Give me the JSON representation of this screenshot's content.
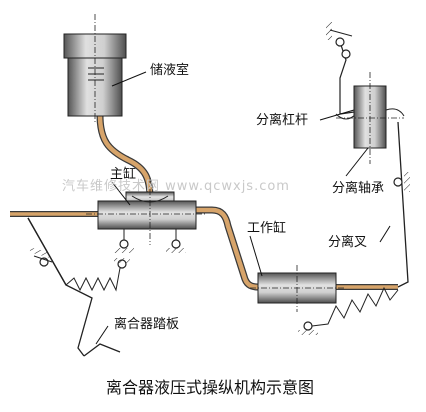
{
  "labels": {
    "reservoir": "储液室",
    "master_cylinder": "主缸",
    "release_lever": "分离杠杆",
    "release_bearing": "分离轴承",
    "slave_cylinder": "工作缸",
    "release_fork": "分离叉",
    "clutch_pedal": "离合器踏板"
  },
  "caption": "离合器液压式操纵机构示意图",
  "watermark": "汽车维修技术网 www.qcwxjs.com",
  "colors": {
    "pipe": "#d7a46a",
    "cylinder_dark": "#5e5e5e",
    "cylinder_light": "#d4d4d4"
  }
}
